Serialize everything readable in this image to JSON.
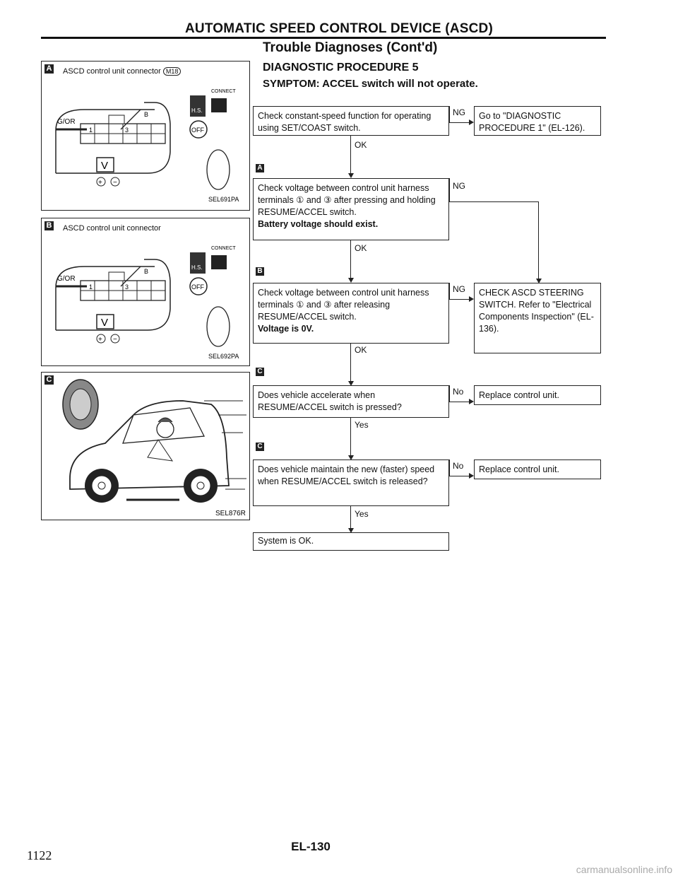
{
  "header": {
    "title": "AUTOMATIC SPEED CONTROL DEVICE (ASCD)",
    "subtitle": "Trouble Diagnoses (Cont'd)",
    "procedure": "DIAGNOSTIC PROCEDURE 5",
    "symptom": "SYMPTOM: ACCEL switch will not operate."
  },
  "panels": {
    "a": {
      "tag": "A",
      "caption": "ASCD control unit connector",
      "connector_id": "M18",
      "code": "SEL691PA",
      "wire": "G/OR",
      "pin_b": "B",
      "pin1": "1",
      "pin3": "3",
      "meter": "V",
      "connect": "CONNECT",
      "hs": "H.S.",
      "off": "OFF"
    },
    "b": {
      "tag": "B",
      "caption": "ASCD control unit connector",
      "code": "SEL692PA",
      "wire": "G/OR",
      "pin_b": "B",
      "pin1": "1",
      "pin3": "3",
      "meter": "V",
      "connect": "CONNECT",
      "hs": "H.S.",
      "off": "OFF"
    },
    "c": {
      "tag": "C",
      "code": "SEL876R"
    }
  },
  "flow": {
    "step1": "Check constant-speed function for operating using SET/COAST switch.",
    "step1_ng": "Go to \"DIAGNOSTIC PROCEDURE 1\" (EL-126).",
    "step2": "Check voltage between control unit harness terminals ① and ③ after pressing and holding RESUME/ACCEL switch.",
    "step2_bold": "Battery voltage should exist.",
    "step3": "Check voltage between control unit harness terminals ① and ③ after releasing RESUME/ACCEL switch.",
    "step3_bold": "Voltage is 0V.",
    "step3_ng": "CHECK ASCD STEERING SWITCH. Refer to \"Electrical Components Inspection\" (EL-136).",
    "step4": "Does vehicle accelerate when RESUME/ACCEL switch is pressed?",
    "step4_no": "Replace control unit.",
    "step5": "Does vehicle maintain the new (faster) speed when RESUME/ACCEL switch is released?",
    "step5_no": "Replace control unit.",
    "final": "System is OK.",
    "ok": "OK",
    "ng": "NG",
    "no": "No",
    "yes": "Yes",
    "tag_a": "A",
    "tag_b": "B",
    "tag_c": "C"
  },
  "footer": {
    "page_num": "1122",
    "page_code": "EL-130",
    "watermark": "carmanualsonline.info"
  }
}
